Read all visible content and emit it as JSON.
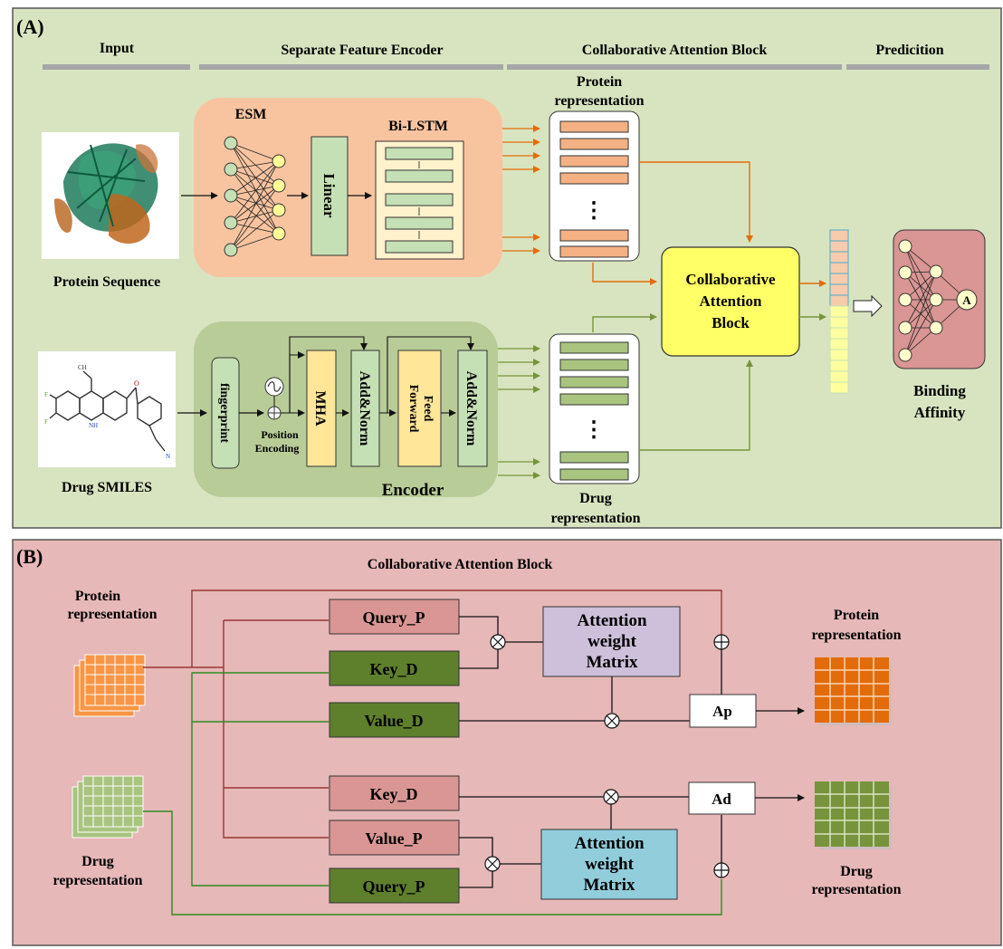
{
  "panel_a": {
    "tag": "(A)",
    "headers": {
      "input": "Input",
      "encoder": "Separate Feature Encoder",
      "cab": "Collaborative Attention Block",
      "prediction": "Predicition"
    },
    "protein_caption": "Protein Sequence",
    "drug_caption": "Drug SMILES",
    "esm": "ESM",
    "linear": "Linear",
    "bilstm": "Bi-LSTM",
    "fingerprint": "fingerprint",
    "position_encoding": [
      "Position",
      "Encoding"
    ],
    "mha": "MHA",
    "add_norm_1": "Add&Norm",
    "feed_forward": [
      "Feed",
      "Forward"
    ],
    "add_norm_2": "Add&Norm",
    "encoder_label": "Encoder",
    "protein_repr": [
      "Protein",
      "representation"
    ],
    "drug_repr": [
      "Drug",
      "representation"
    ],
    "cab_box": [
      "Collaborative",
      "Attention",
      "Block"
    ],
    "dots": "⋮",
    "output_node": "A",
    "binding": [
      "Binding",
      "Affinity"
    ]
  },
  "panel_b": {
    "tag": "(B)",
    "title": "Collaborative Attention Block",
    "protein_in": [
      "Protein",
      "representation"
    ],
    "drug_in": [
      "Drug",
      "representation"
    ],
    "query_p_top": "Query_P",
    "key_d_top": "Key_D",
    "value_d": "Value_D",
    "key_d_bottom": "Key_D",
    "value_p": "Value_P",
    "query_p_bottom": "Query_P",
    "attn_top": [
      "Attention",
      "weight",
      "Matrix"
    ],
    "attn_bottom": [
      "Attention",
      "weight",
      "Matrix"
    ],
    "ap": "Ap",
    "ad": "Ad",
    "protein_out": [
      "Protein",
      "representation"
    ],
    "drug_out": [
      "Drug",
      "representation"
    ],
    "otimes": "⊗",
    "oplus": "⊕"
  },
  "colors": {
    "panel_a_bg": "#d8e4bf",
    "panel_b_bg": "#e6b8b7",
    "esm_block": "#f8c4a0",
    "encoder_block": "#b8cc98",
    "protein_bar": "#f4b183",
    "drug_bar": "#a9c47f",
    "cab_box": "#ffff66",
    "orange_arrow": "#e36c0a",
    "green_arrow": "#77933c",
    "red_line": "#953735",
    "green_line": "#2e8b22",
    "query_p": "#d99694",
    "key_d": "#5e7f2c",
    "attn_top": "#ccc0da",
    "attn_bottom": "#92cddc",
    "node_fill": "#ffffcc"
  }
}
